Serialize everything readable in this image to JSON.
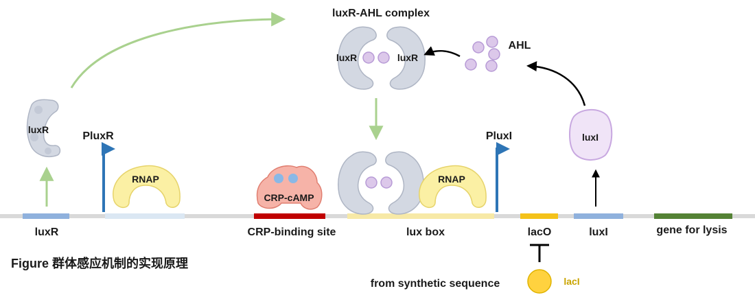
{
  "labels": {
    "complex_title": "luxR-AHL complex",
    "ahl": "AHL",
    "luxr_protein": "luxR",
    "luxi_protein": "luxI",
    "rnap": "RNAP",
    "crp_camp": "CRP-cAMP",
    "plux_r": "PluxR",
    "plux_i": "PluxI"
  },
  "dna_segments": [
    {
      "name": "luxR",
      "color": "#8fb1dd"
    },
    {
      "name": "CRP-binding site",
      "color": "#c00000"
    },
    {
      "name": "lux box",
      "color": "#f7e9a6"
    },
    {
      "name": "lacO",
      "color": "#f4c21a"
    },
    {
      "name": "luxI",
      "color": "#8fb1dd"
    },
    {
      "name": "gene for lysis",
      "color": "#548235"
    }
  ],
  "caption": "Figure 群体感应机制的实现原理",
  "synthetic": {
    "text": "from synthetic sequence",
    "laci_label": "lacI"
  },
  "colors": {
    "protein_gray": "#d3d8e2",
    "protein_outline": "#aeb5c4",
    "ahl_fill": "#dcc8ea",
    "ahl_stroke": "#b79ad6",
    "rnap_fill": "#fbf0a4",
    "rnap_stroke": "#e6d36a",
    "crp_fill": "#f6b3a8",
    "crp_stroke": "#e07e70",
    "camp_dot": "#8ab8e6",
    "promoter_blue": "#2e75b6",
    "green_arrow": "#a9d18e",
    "dna_line": "#d9d9d9",
    "laci_fill": "#ffd23f",
    "laci_text": "#c9a400"
  }
}
